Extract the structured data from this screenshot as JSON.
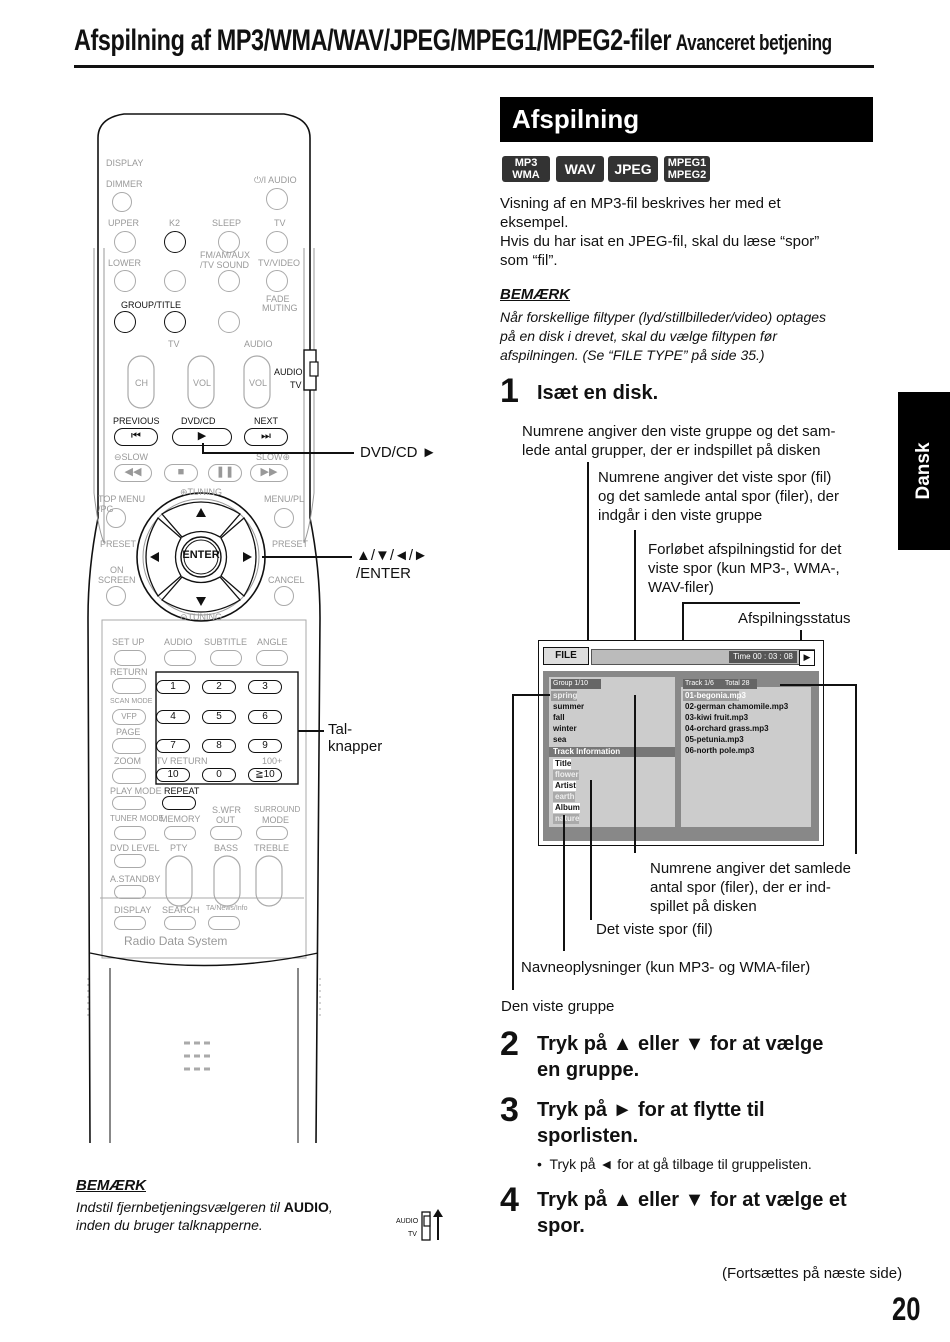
{
  "header": {
    "title": "Afspilning af MP3/WMA/WAV/JPEG/MPEG1/MPEG2-filer",
    "subtitle": "Avanceret betjening"
  },
  "section": {
    "heading": "Afspilning",
    "badges": [
      "MP3",
      "WMA",
      "WAV",
      "JPEG",
      "MPEG1",
      "MPEG2"
    ],
    "intro": [
      "Visning af en MP3-fil beskrives her med et",
      "eksempel.",
      "Hvis du har isat en JPEG-fil, skal du læse “spor”",
      "som “fil”."
    ],
    "note_heading": "BEMÆRK",
    "note_lines": [
      "Når forskellige filtyper (lyd/stillbilleder/video) optages",
      "på en disk i drevet, skal du vælge filtypen før",
      "afspilningen. (Se “FILE TYPE” på side 35.)"
    ]
  },
  "steps": [
    {
      "number": "1",
      "text": "Isæt en disk."
    },
    {
      "number": "2",
      "text_lines": [
        "Tryk på ▲ eller ▼ for at vælge",
        "en gruppe."
      ]
    },
    {
      "number": "3",
      "text_lines": [
        "Tryk på ► for at flytte til",
        "sporlisten."
      ],
      "bullet": "Tryk på ◄ for at gå tilbage til gruppelisten."
    },
    {
      "number": "4",
      "text_lines": [
        "Tryk på ▲ eller ▼ for at vælge et",
        "spor."
      ]
    }
  ],
  "callouts": {
    "groups": [
      "Numrene angiver den viste gruppe og det sam-",
      "lede antal grupper, der er indspillet på disken"
    ],
    "tracks": [
      "Numrene angiver det viste spor (fil)",
      "og det samlede antal spor (filer), der",
      "indgår i den viste gruppe"
    ],
    "time": [
      "Forløbet afspilningstid for det",
      "viste spor (kun MP3-, WMA-,",
      "WAV-filer)"
    ],
    "status": "Afspilningsstatus",
    "total": [
      "Numrene angiver det samlede",
      "antal spor (filer), der er ind-",
      "spillet på disken"
    ],
    "current_track": "Det viste spor (fil)",
    "name_info": "Navneoplysninger (kun MP3- og WMA-filer)",
    "current_group": "Den viste gruppe"
  },
  "remote_callouts": {
    "dvdcd": "DVD/CD ►",
    "cursor_line1": "▲/▼/◄/►",
    "cursor_line2": "/ENTER",
    "num_line1": "Tal-",
    "num_line2": "knapper"
  },
  "remote": {
    "labels": {
      "display": "DISPLAY",
      "dimmer": "DIMMER",
      "audio_power": "⏻/I AUDIO",
      "upper": "UPPER",
      "k2": "K2",
      "sleep": "SLEEP",
      "tv": "TV",
      "lower": "LOWER",
      "fm_am_aux": "FM/AM/AUX",
      "tv_sound": "/TV  SOUND",
      "tv_video": "TV/VIDEO",
      "group_title": "GROUP/TITLE",
      "fade_muting": "FADE",
      "muting": "MUTING",
      "tv2": "TV",
      "audio2": "AUDIO",
      "ch": "CH",
      "vol": "VOL",
      "vol2": "VOL",
      "audio_sw": "AUDIO",
      "tv_sw": "TV",
      "previous": "PREVIOUS",
      "dvdcd": "DVD/CD",
      "next": "NEXT",
      "slow_minus": "⊖SLOW",
      "slow_plus": "SLOW⊕",
      "top_menu": "TOP MENU",
      "pg": "/PG",
      "tuning_up": "⊕TUNING",
      "menu_pl": "MENU/PL",
      "preset_l": "PRESET",
      "preset_r": "PRESET",
      "enter": "ENTER",
      "on_screen": "ON",
      "screen": "SCREEN",
      "cancel": "CANCEL",
      "tuning_down": "⊖TUNING",
      "set_up": "SET UP",
      "audio3": "AUDIO",
      "subtitle": "SUBTITLE",
      "angle": "ANGLE",
      "return": "RETURN",
      "scan_mode": "SCAN MODE",
      "vfp": "VFP",
      "page": "PAGE",
      "zoom": "ZOOM",
      "tv_return": "TV RETURN",
      "hundred": "100+",
      "play_mode": "PLAY MODE",
      "repeat": "REPEAT",
      "tuner_mode": "TUNER MODE",
      "memory": "MEMORY",
      "swfr": "S.WFR",
      "out": "OUT",
      "surround": "SURROUND",
      "mode": "MODE",
      "dvd_level": "DVD LEVEL",
      "pty": "PTY",
      "bass": "BASS",
      "treble": "TREBLE",
      "astandby": "A.STANDBY",
      "display2": "DISPLAY",
      "search": "SEARCH",
      "ta_news": "TA/News/Info",
      "rds": "Radio Data System"
    },
    "numbers": [
      "1",
      "2",
      "3",
      "4",
      "5",
      "6",
      "7",
      "8",
      "9",
      "10",
      "0",
      "≧10"
    ]
  },
  "screen": {
    "mode": "FILE",
    "time": "Time  00 : 03 : 08",
    "group_header": "Group  1/10",
    "track_header": "Track  1/6",
    "total_header": "Total 28",
    "groups": [
      "spring",
      "summer",
      "fall",
      "winter",
      "sea"
    ],
    "track_info_label": "Track Information",
    "info": [
      "Title",
      "flower",
      "Artist",
      "earth",
      "Album",
      "nature"
    ],
    "tracks": [
      "01-begonia.mp3",
      "02-german chamomile.mp3",
      "03-kiwi fruit.mp3",
      "04-orchard grass.mp3",
      "05-petunia.mp3",
      "06-north pole.mp3"
    ]
  },
  "bottom_note": {
    "heading": "BEMÆRK",
    "line1_pre": "Indstil fjernbetjeningsvælgeren til ",
    "line1_bold": "AUDIO",
    "line1_post": ",",
    "line2": "inden du bruger talknapperne.",
    "sw_audio": "AUDIO",
    "sw_tv": "TV"
  },
  "side_tab": "Dansk",
  "continued": "(Fortsættes på næste side)",
  "page_number": "20"
}
